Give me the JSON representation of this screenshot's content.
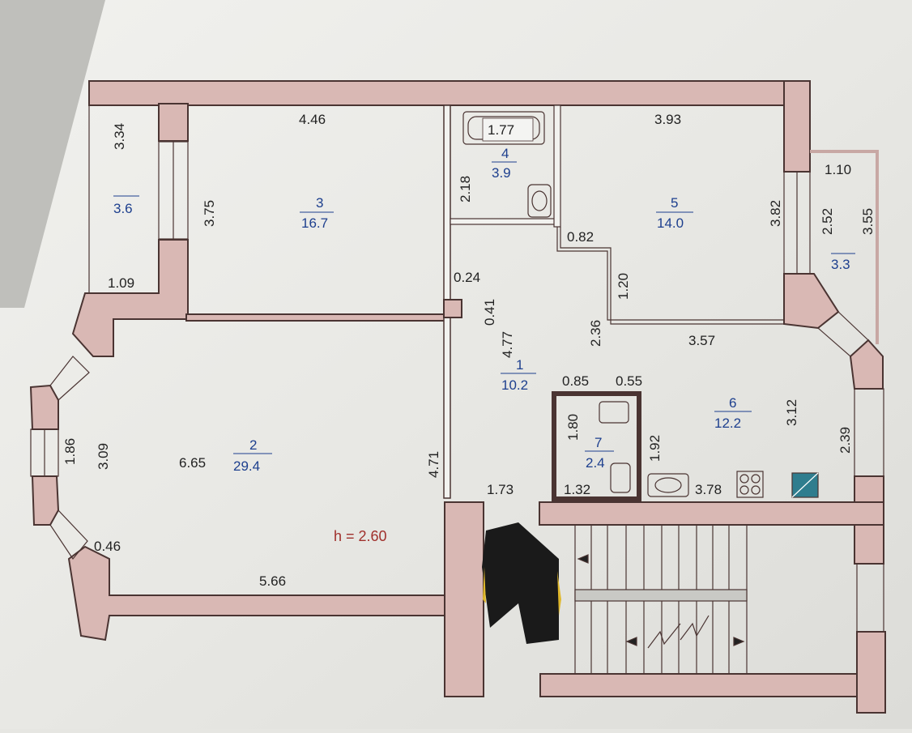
{
  "plan": {
    "ceiling_height": "h = 2.60",
    "rooms": [
      {
        "number": "1",
        "area": "10.2"
      },
      {
        "number": "2",
        "area": "29.4"
      },
      {
        "number": "3",
        "area": "16.7"
      },
      {
        "number": "4",
        "area": "3.9"
      },
      {
        "number": "5",
        "area": "14.0"
      },
      {
        "number": "6",
        "area": "12.2"
      },
      {
        "number": "7",
        "area": "2.4"
      }
    ],
    "balconies": [
      {
        "area": "3.6"
      },
      {
        "area": "3.3"
      }
    ],
    "dimensions": {
      "d_334": "3.34",
      "d_446": "4.46",
      "d_177": "1.77",
      "d_393": "3.93",
      "d_110": "1.10",
      "d_218": "2.18",
      "d_375": "3.75",
      "d_382": "3.82",
      "d_252": "2.52",
      "d_355": "3.55",
      "d_082": "0.82",
      "d_109": "1.09",
      "d_024": "0.24",
      "d_041": "0.41",
      "d_120": "1.20",
      "d_477": "4.77",
      "d_236": "2.36",
      "d_357": "3.57",
      "d_085": "0.85",
      "d_055": "0.55",
      "d_180": "1.80",
      "d_312": "3.12",
      "d_186": "1.86",
      "d_309": "3.09",
      "d_192": "1.92",
      "d_239": "2.39",
      "d_665": "6.65",
      "d_471": "4.71",
      "d_173": "1.73",
      "d_132": "1.32",
      "d_378": "3.78",
      "d_046": "0.46",
      "d_566": "5.66"
    },
    "colors": {
      "wall": "#d9b8b4",
      "area_label": "#1d3f8e",
      "height_label": "#a0302c"
    }
  }
}
